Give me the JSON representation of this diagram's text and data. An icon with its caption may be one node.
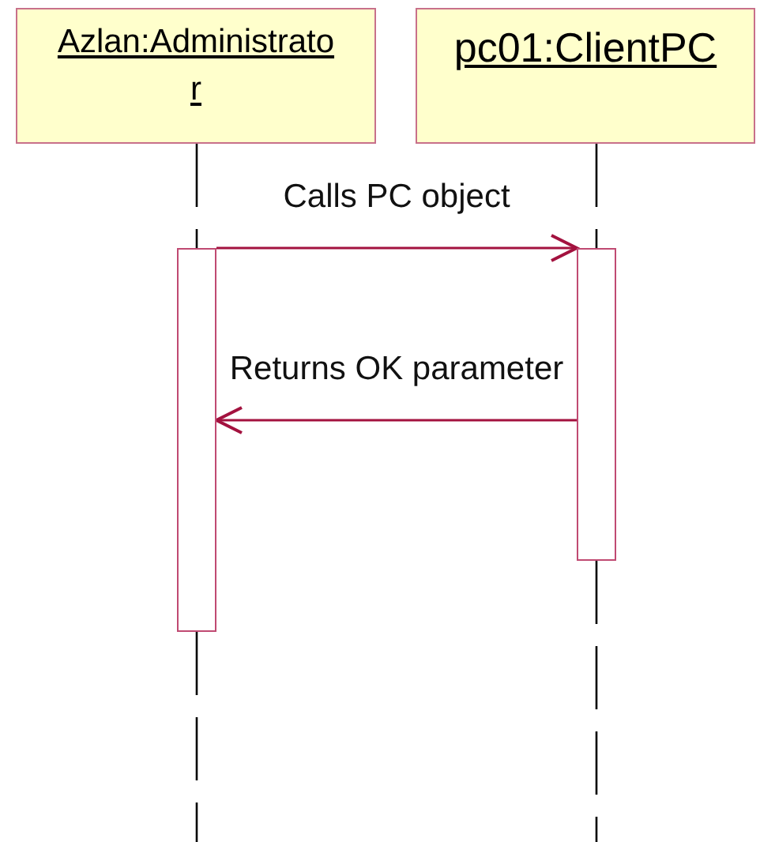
{
  "diagram": {
    "nodes": [
      {
        "text": [
          "Azlan:Administrator"
        ]
      },
      {
        "text": [
          "pc01:ClientPC"
        ]
      },
      {
        "text": [],
        "shape": "bar"
      },
      {
        "text": [],
        "shape": "bar"
      }
    ],
    "edges": [
      {
        "from": 0,
        "to": 2,
        "arrow": "none",
        "style": "dashed"
      },
      {
        "from": 2,
        "to": null,
        "arrow": "none",
        "style": "dashed"
      },
      {
        "from": 1,
        "to": 3,
        "arrow": "none",
        "style": "dashed"
      },
      {
        "from": 3,
        "to": null,
        "arrow": "none",
        "style": "dashed"
      },
      {
        "from": 2,
        "to": 3,
        "arrow": "to",
        "label": "Calls PC object",
        "color": "#a3123f"
      },
      {
        "from": 3,
        "to": 2,
        "arrow": "to",
        "label": "Returns OK parameter",
        "color": "#a3123f"
      }
    ]
  }
}
